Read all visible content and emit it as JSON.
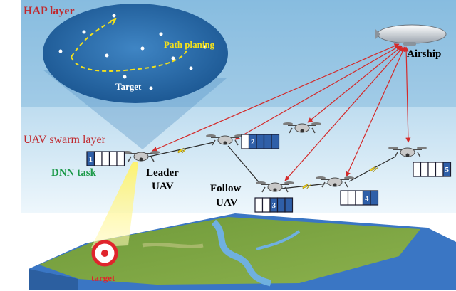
{
  "layers": {
    "hap": {
      "label": "HAP layer",
      "color": "#c0282d"
    },
    "uav": {
      "label": "UAV swarm layer",
      "color": "#c0282d"
    }
  },
  "inset": {
    "path_label": "Path planing",
    "target_label": "Target",
    "path_color": "#f2e01c"
  },
  "airship": {
    "label": "Airship"
  },
  "leader": {
    "line1": "Leader",
    "line2": "UAV"
  },
  "follow": {
    "line1": "Follow",
    "line2": "UAV"
  },
  "dnn": {
    "label": "DNN task",
    "color": "#1d9a4a"
  },
  "ground": {
    "target_label": "target",
    "target_color": "#e0242c"
  },
  "task_blocks": [
    {
      "id": "block-1",
      "number": "1"
    },
    {
      "id": "block-2",
      "number": "2"
    },
    {
      "id": "block-3",
      "number": "3"
    },
    {
      "id": "block-4",
      "number": "4"
    },
    {
      "id": "block-5",
      "number": "5"
    }
  ],
  "colors": {
    "link": "#d42a2a",
    "block_fill": "#2f5fa8",
    "block_border": "#1a1a2e",
    "sky_top": "#9ecbe6",
    "sky_bottom": "#e6f3fb",
    "inset_fill": "#1f5f9a"
  }
}
